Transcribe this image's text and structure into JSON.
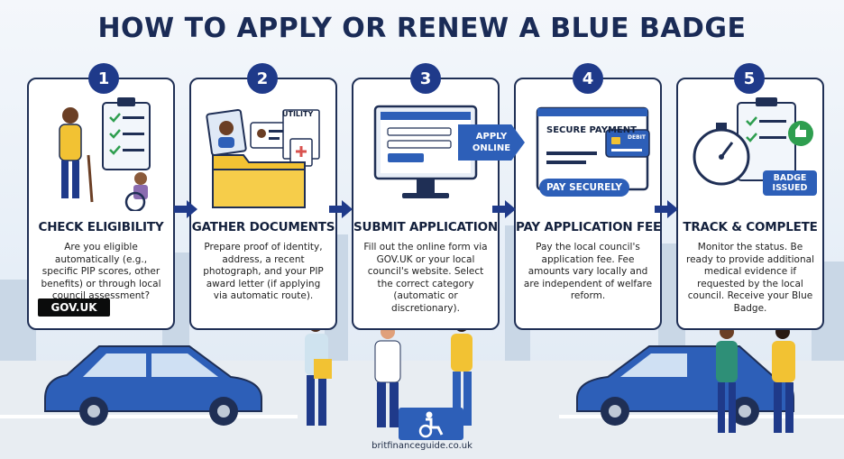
{
  "title": "HOW TO APPLY OR RENEW A BLUE BADGE",
  "steps": [
    {
      "number": "1",
      "heading": "CHECK ELIGIBILITY",
      "body": "Are you eligible automatically (e.g., specific PIP scores, other benefits) or through local council assessment?"
    },
    {
      "number": "2",
      "heading": "GATHER DOCUMENTS",
      "body": "Prepare proof of identity, address, a recent photograph, and your PIP award letter (if applying via automatic route)."
    },
    {
      "number": "3",
      "heading": "SUBMIT APPLICATION",
      "body": "Fill out the online form via GOV.UK or your local council's website. Select the correct category (automatic or discretionary)."
    },
    {
      "number": "4",
      "heading": "PAY APPLICATION FEE",
      "body": "Pay the local council's application fee. Fee amounts vary locally and are independent of welfare reform."
    },
    {
      "number": "5",
      "heading": "TRACK & COMPLETE",
      "body": "Monitor the status. Be ready to provide additional medical evidence if requested by the local council. Receive your Blue Badge."
    }
  ],
  "gov_logo": "GOV.UK",
  "utility_label": "UTILITY",
  "apply_online": "APPLY ONLINE",
  "secure_payment": "SECURE PAYMENT",
  "debit_label": "DEBIT",
  "pay_securely": "PAY SECURELY",
  "badge_issued": "BADGE ISSUED",
  "footer": "britfinanceguide.co.uk",
  "colors": {
    "navy": "#1f3a8a",
    "accent_blue": "#2d5fb8",
    "card_border": "#1f2f55"
  },
  "icons": [
    "checklist-icon",
    "folder-icon",
    "monitor-icon",
    "payment-card-icon",
    "stopwatch-icon",
    "thumbs-up-icon",
    "arrow-right-icon",
    "disabled-parking-icon"
  ]
}
